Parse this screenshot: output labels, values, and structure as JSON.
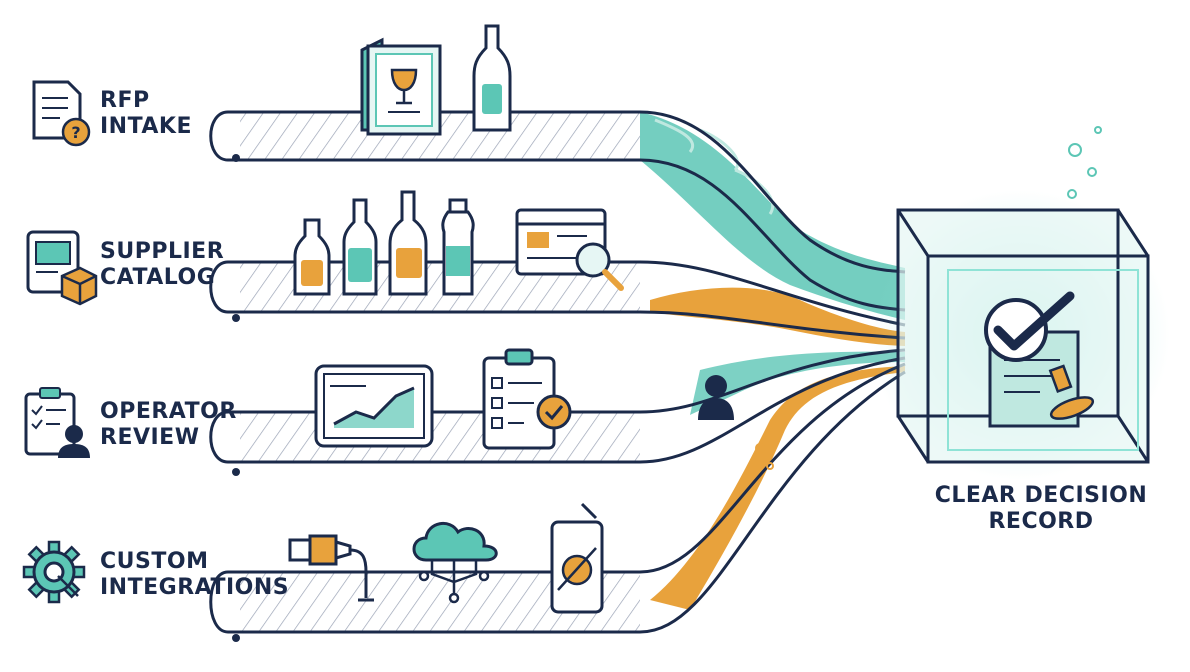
{
  "stages": [
    {
      "line1": "RFP",
      "line2": "INTAKE",
      "icon": "rfp-document-icon"
    },
    {
      "line1": "SUPPLIER",
      "line2": "CATALOG",
      "icon": "supplier-catalog-icon"
    },
    {
      "line1": "OPERATOR",
      "line2": "REVIEW",
      "icon": "operator-review-icon"
    },
    {
      "line1": "CUSTOM",
      "line2": "INTEGRATIONS",
      "icon": "integration-gear-icon"
    }
  ],
  "output": {
    "line1": "CLEAR DECISION",
    "line2": "RECORD",
    "icon": "decision-record-cube-icon"
  },
  "colors": {
    "navy": "#1b2a4a",
    "teal": "#5cc6b5",
    "amber": "#e8a23c",
    "paper": "#ffffff",
    "glass": "#e6f6f4"
  }
}
